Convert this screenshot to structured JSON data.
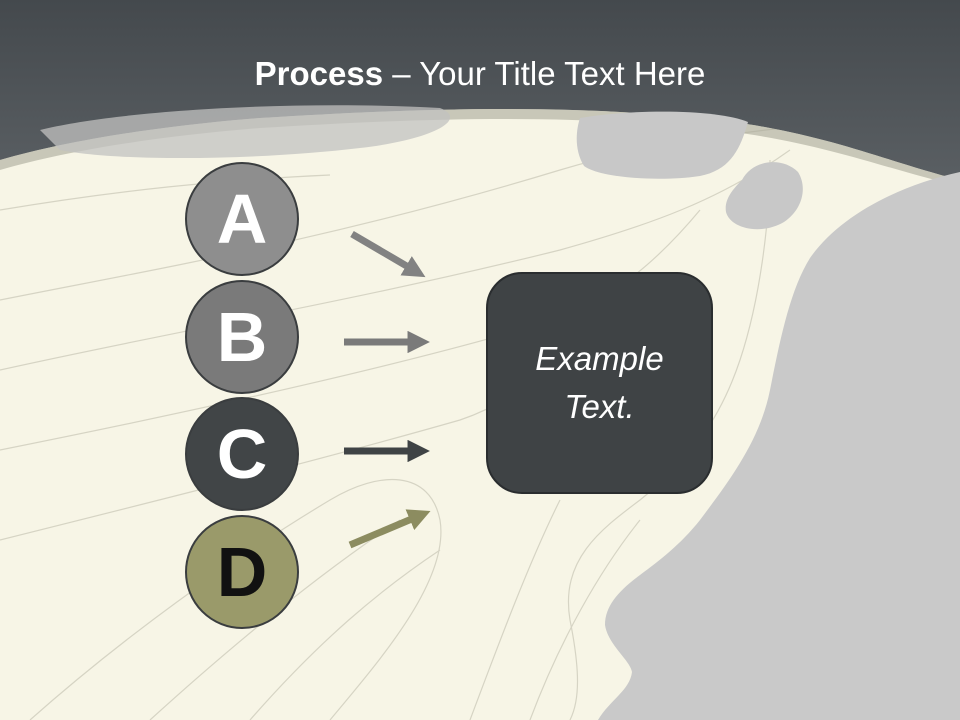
{
  "title": {
    "bold": "Process",
    "rest": " – Your Title Text Here"
  },
  "steps": [
    {
      "letter": "A",
      "color": "#8e8e8e",
      "arrow_color": "#828282"
    },
    {
      "letter": "B",
      "color": "#7a7a7a",
      "arrow_color": "#7a7a7a"
    },
    {
      "letter": "C",
      "color": "#414547",
      "arrow_color": "#3f4345"
    },
    {
      "letter": "D",
      "color": "#9a9a6a",
      "arrow_color": "#8c8c60"
    }
  ],
  "box": {
    "text": "Example Text."
  },
  "colors": {
    "header": "#4a4f53",
    "background": "#f7f5e6",
    "silhouette": "#c9c9c9"
  }
}
